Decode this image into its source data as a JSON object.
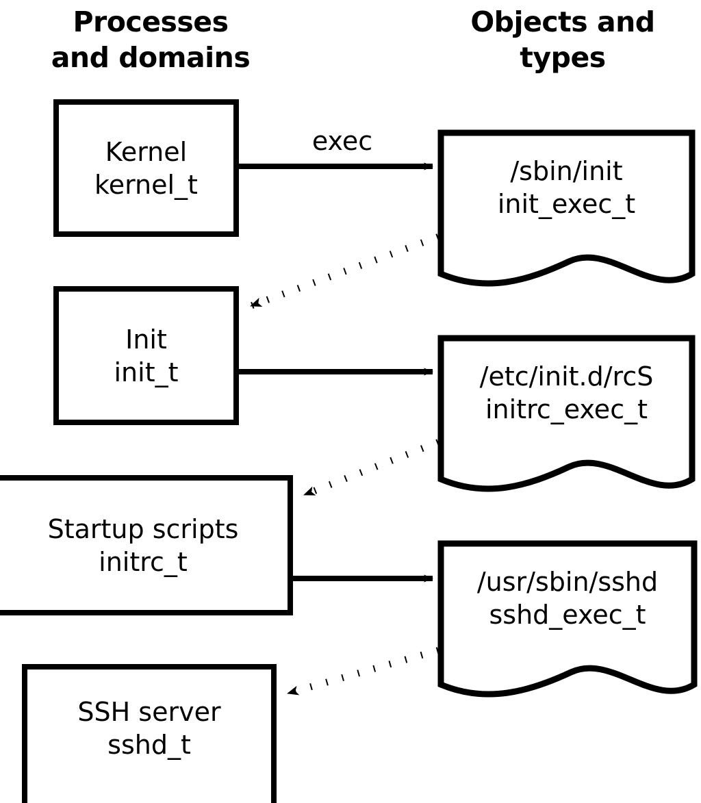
{
  "headers": {
    "left": "Processes\nand domains",
    "right": "Objects and\ntypes"
  },
  "colors": {
    "stroke": "#000000",
    "fill": "#ffffff",
    "background": "#ffffff"
  },
  "processes": [
    {
      "id": "kernel",
      "line1": "Kernel",
      "line2": "kernel_t"
    },
    {
      "id": "init",
      "line1": "Init",
      "line2": "init_t"
    },
    {
      "id": "initrc",
      "line1": "Startup scripts",
      "line2": "initrc_t"
    },
    {
      "id": "sshd",
      "line1": "SSH server",
      "line2": "sshd_t"
    }
  ],
  "objects": [
    {
      "id": "init-exec",
      "line1": "/sbin/init",
      "line2": "init_exec_t"
    },
    {
      "id": "initrc-exec",
      "line1": "/etc/init.d/rcS",
      "line2": "initrc_exec_t"
    },
    {
      "id": "sshd-exec",
      "line1": "/usr/sbin/sshd",
      "line2": "sshd_exec_t"
    }
  ],
  "edges": [
    {
      "id": "kernel-exec-init",
      "from": "kernel",
      "to": "init-exec",
      "style": "solid",
      "label": "exec"
    },
    {
      "id": "init-exec-to-init",
      "from": "init-exec",
      "to": "init",
      "style": "dotted",
      "label": ""
    },
    {
      "id": "init-exec-initrc",
      "from": "init",
      "to": "initrc-exec",
      "style": "solid",
      "label": ""
    },
    {
      "id": "initrc-exec-to-initrc",
      "from": "initrc-exec",
      "to": "initrc",
      "style": "dotted",
      "label": ""
    },
    {
      "id": "initrc-exec-sshd",
      "from": "initrc",
      "to": "sshd-exec",
      "style": "solid",
      "label": ""
    },
    {
      "id": "sshd-exec-to-sshd",
      "from": "sshd-exec",
      "to": "sshd",
      "style": "dotted",
      "label": ""
    }
  ],
  "edge_labels": {
    "exec": "exec"
  }
}
